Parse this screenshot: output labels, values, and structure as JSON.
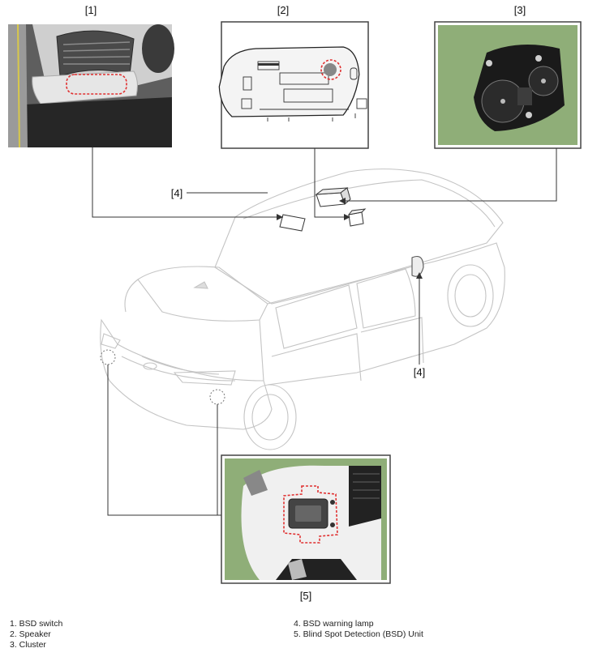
{
  "callouts": {
    "c1": "[1]",
    "c2": "[2]",
    "c3": "[3]",
    "c4a": "[4]",
    "c4b": "[4]",
    "c5": "[5]"
  },
  "legend": {
    "left": [
      "1. BSD switch",
      "2. Speaker",
      "3. Cluster"
    ],
    "right": [
      "4. BSD warning lamp",
      "5. Blind Spot Detection (BSD) Unit"
    ]
  },
  "colors": {
    "highlight": "#e03030",
    "photo_green": "#8fae78",
    "leader": "#333333"
  }
}
